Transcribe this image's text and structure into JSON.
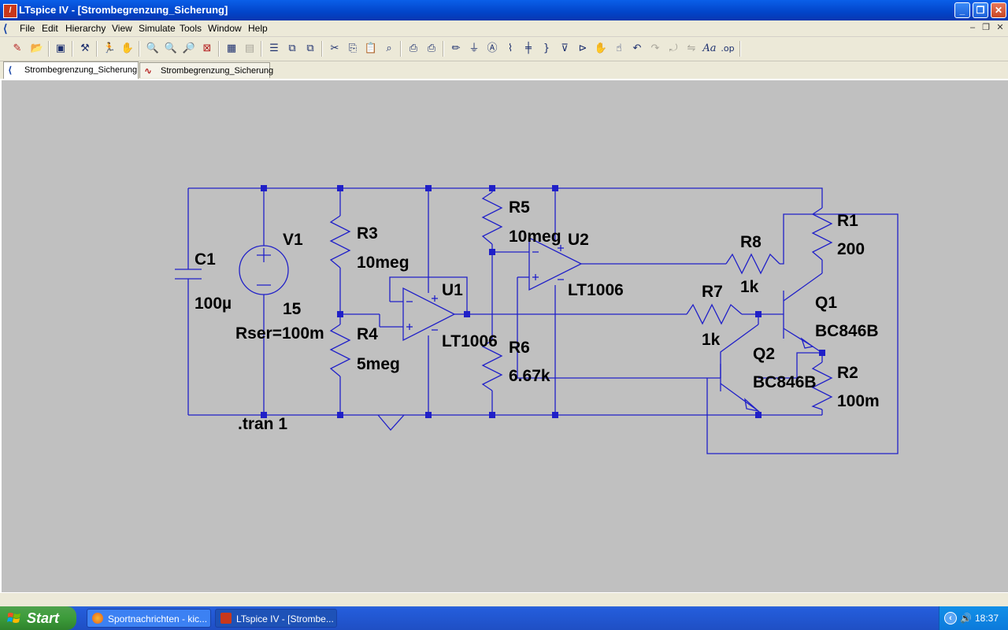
{
  "window": {
    "title": "LTspice IV - [Strombegrenzung_Sicherung]",
    "icon": "ltspice-app-icon"
  },
  "window_controls": {
    "minimize": "_",
    "restore": "❐",
    "close": "✕"
  },
  "menu": {
    "items": [
      "File",
      "Edit",
      "Hierarchy",
      "View",
      "Simulate",
      "Tools",
      "Window",
      "Help"
    ]
  },
  "mdi_controls": {
    "minimize": "–",
    "restore": "❐",
    "close": "✕"
  },
  "toolbar": {
    "icons": [
      "new-schematic-icon",
      "open-icon",
      "save-icon",
      "control-panel-icon",
      "run-icon",
      "halt-icon",
      "zoom-in-icon",
      "zoom-pan-icon",
      "zoom-out-icon",
      "zoom-fit-icon",
      "autoscale-icon",
      "waveform-icon",
      "tile-horizontal-icon",
      "cascade-icon",
      "tile-vertical-icon",
      "cut-icon",
      "copy-icon",
      "paste-icon",
      "find-icon",
      "print-setup-icon",
      "print-icon",
      "wire-icon",
      "ground-icon",
      "label-net-icon",
      "resistor-icon",
      "capacitor-icon",
      "inductor-icon",
      "diode-icon",
      "component-icon",
      "move-icon",
      "drag-icon",
      "undo-icon",
      "redo-icon",
      "rotate-icon",
      "mirror-icon",
      "text-icon",
      "spice-directive-icon"
    ]
  },
  "tabs": [
    {
      "label": "Strombegrenzung_Sicherung",
      "icon": "schematic-icon",
      "active": true
    },
    {
      "label": "Strombegrenzung_Sicherung",
      "icon": "waveform-icon",
      "active": false
    }
  ],
  "schematic": {
    "wire_color": "#2020C8",
    "background": "#C0C0C0",
    "labels": {
      "c1_name": "C1",
      "c1_value": "100µ",
      "v1_name": "V1",
      "v1_value": "15",
      "v1_rser": "Rser=100m",
      "r3_name": "R3",
      "r3_value": "10meg",
      "r4_name": "R4",
      "r4_value": "5meg",
      "u1_name": "U1",
      "u1_value": "LT1006",
      "r5_name": "R5",
      "r5_value": "10meg",
      "r6_name": "R6",
      "r6_value": "6.67k",
      "u2_name": "U2",
      "u2_value": "LT1006",
      "r8_name": "R8",
      "r8_value": "1k",
      "r7_name": "R7",
      "r7_value": "1k",
      "r1_name": "R1",
      "r1_value": "200",
      "q1_name": "Q1",
      "q1_value": "BC846B",
      "q2_name": "Q2",
      "q2_value": "BC846B",
      "r2_name": "R2",
      "r2_value": "100m",
      "directive": ".tran 1"
    }
  },
  "taskbar": {
    "start_label": "Start",
    "buttons": [
      {
        "label": "Sportnachrichten - kic...",
        "icon": "firefox-icon",
        "active": false
      },
      {
        "label": "LTspice IV - [Strombe...",
        "icon": "ltspice-app-icon",
        "active": true
      }
    ],
    "clock": "18:37"
  }
}
